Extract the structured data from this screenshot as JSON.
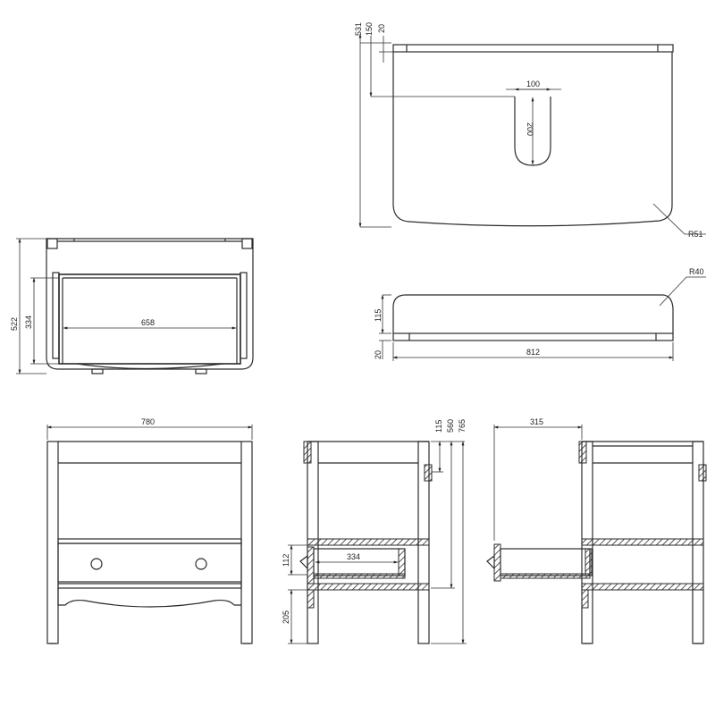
{
  "drawing": {
    "title": "Vanity unit dimension drawing",
    "units": "mm",
    "views": {
      "basin_top_plan": {
        "dims": {
          "overall_depth": "531",
          "hole_offset": "150",
          "rim": "20",
          "hole_width": "100",
          "hole_length": "200",
          "corner_radius": "R51"
        }
      },
      "basin_front_elevation": {
        "dims": {
          "basin_height": "115",
          "rim_height": "20",
          "overall_width": "812",
          "corner_radius": "R40"
        }
      },
      "cabinet_plan": {
        "dims": {
          "overall_depth": "522",
          "drawer_depth": "334",
          "drawer_width": "658"
        }
      },
      "cabinet_front": {
        "dims": {
          "overall_width": "780"
        }
      },
      "cabinet_section": {
        "dims": {
          "top_rail": "115",
          "shelf_height": "560",
          "overall_height": "765",
          "drawer_height": "112",
          "drawer_internal_depth": "334",
          "leg_clearance": "205"
        }
      },
      "drawer_open_section": {
        "dims": {
          "drawer_extension": "315"
        }
      }
    }
  }
}
